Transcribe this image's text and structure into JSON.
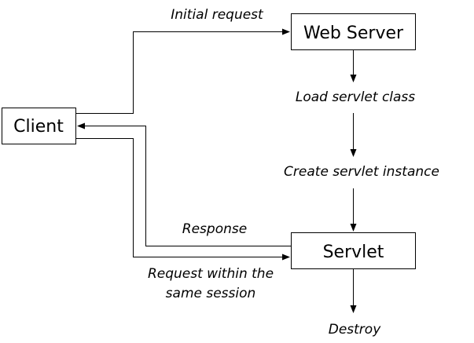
{
  "nodes": {
    "client": "Client",
    "web_server": "Web Server",
    "servlet": "Servlet"
  },
  "labels": {
    "initial_request": "Initial request",
    "load_class": "Load servlet class",
    "create_instance": "Create servlet instance",
    "response": "Response",
    "request_same_session_line1": "Request within the",
    "request_same_session_line2": "same session",
    "destroy": "Destroy"
  }
}
